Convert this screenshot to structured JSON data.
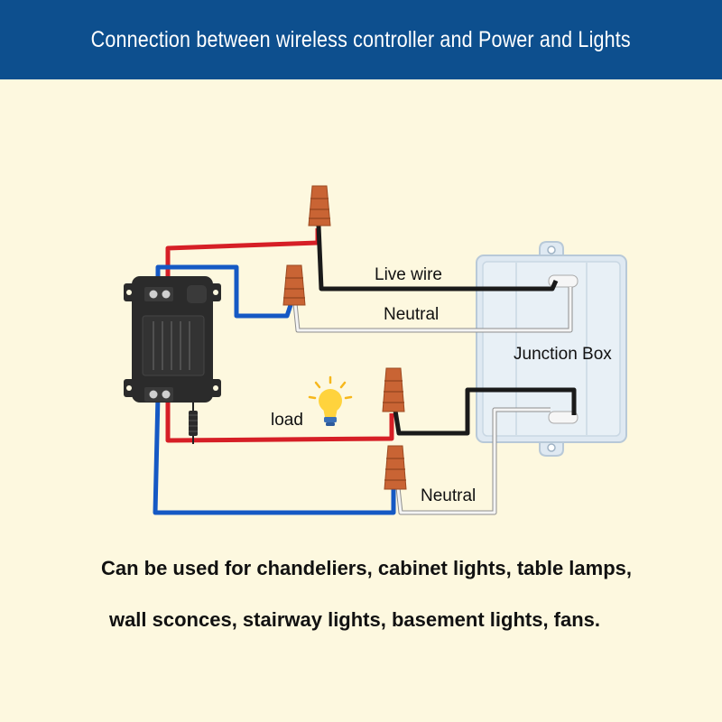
{
  "header": {
    "title": "Connection between wireless controller and Power and Lights",
    "background": "#0d4f8e"
  },
  "diagram": {
    "labels": {
      "live_wire": "Live wire",
      "neutral_top": "Neutral",
      "junction_box": "Junction Box",
      "load": "load",
      "neutral_bottom": "Neutral"
    },
    "colors": {
      "live": "#d61f26",
      "neutral": "#1559c4",
      "black": "#1a1a1a",
      "white_wire": "#f4f4f4",
      "wire_nut": "#c96434",
      "controller": "#2b2b2b",
      "junction_box": "#dfe9f2"
    }
  },
  "caption": {
    "line1": "Can be used for chandeliers, cabinet lights, table lamps,",
    "line2": "wall sconces, stairway lights, basement lights, fans."
  }
}
